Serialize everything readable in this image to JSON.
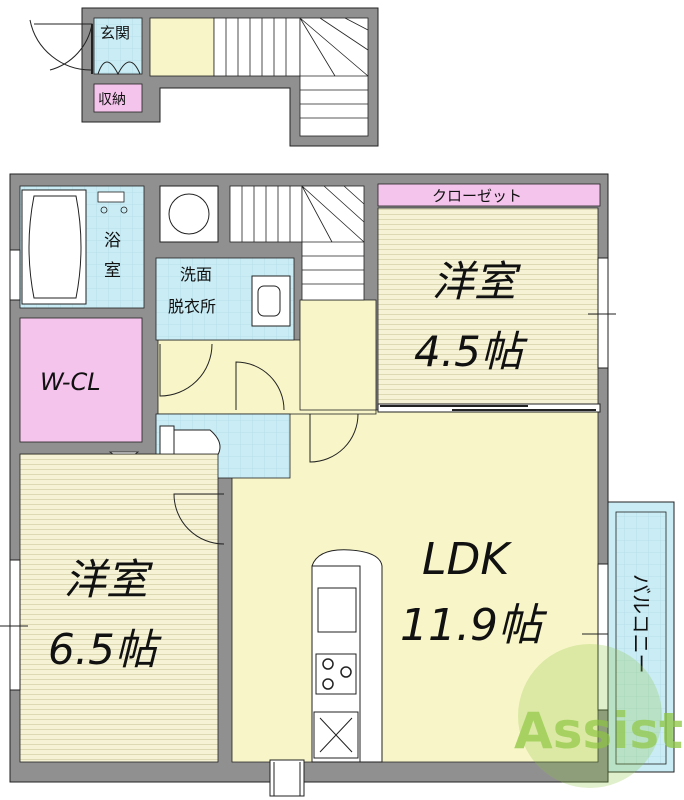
{
  "upper": {
    "entrance": "玄関",
    "storage": "収納"
  },
  "rooms": {
    "bath": {
      "line1": "浴",
      "line2": "室"
    },
    "washroom": {
      "line1": "洗面",
      "line2": "脱衣所"
    },
    "closet": "クローゼット",
    "western_a": {
      "name": "洋室",
      "size": "4.5帖"
    },
    "walk_in_closet": "W-CL",
    "ldk": {
      "name": "LDK",
      "size": "11.9帖"
    },
    "western_b": {
      "name": "洋室",
      "size": "6.5帖"
    },
    "balcony": "バルコニー"
  },
  "logo": {
    "text": "Assist"
  },
  "colors": {
    "wall": "#909090",
    "outline": "#222222",
    "ldk_floor": "#f8f6c8",
    "western_floor": "#f4f1d2",
    "bath": "#c8ecf4",
    "closet": "#f4c4ec",
    "logo": "#8dc63f"
  }
}
